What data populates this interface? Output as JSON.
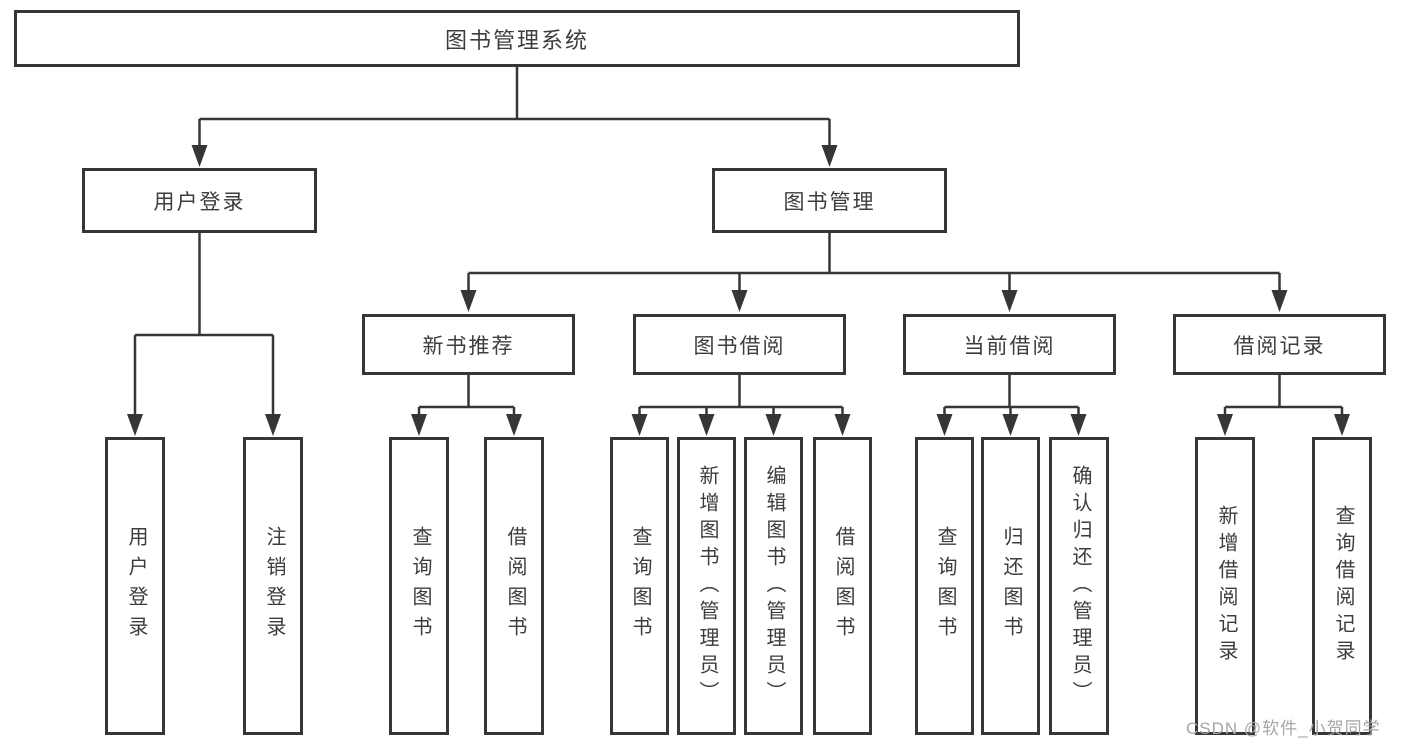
{
  "tree": {
    "root": {
      "label": "图书管理系统"
    },
    "branches": [
      {
        "label": "用户登录",
        "leaves": [
          {
            "label": "用户登录"
          },
          {
            "label": "注销登录"
          }
        ]
      },
      {
        "label": "图书管理",
        "groups": [
          {
            "label": "新书推荐",
            "leaves": [
              {
                "label": "查询图书"
              },
              {
                "label": "借阅图书"
              }
            ]
          },
          {
            "label": "图书借阅",
            "leaves": [
              {
                "label": "查询图书"
              },
              {
                "label": "新增图书（管理员）"
              },
              {
                "label": "编辑图书（管理员）"
              },
              {
                "label": "借阅图书"
              }
            ]
          },
          {
            "label": "当前借阅",
            "leaves": [
              {
                "label": "查询图书"
              },
              {
                "label": "归还图书"
              },
              {
                "label": "确认归还（管理员）"
              }
            ]
          },
          {
            "label": "借阅记录",
            "leaves": [
              {
                "label": "新增借阅记录"
              },
              {
                "label": "查询借阅记录"
              }
            ]
          }
        ]
      }
    ]
  },
  "watermark": {
    "text": "CSDN @软件_小贺同学"
  },
  "colors": {
    "line": "#363636",
    "box_border": "#363636",
    "box_fill": "#ffffff",
    "text": "#3d3d3d",
    "watermark": "#a6a6a6",
    "background": "#ffffff"
  }
}
